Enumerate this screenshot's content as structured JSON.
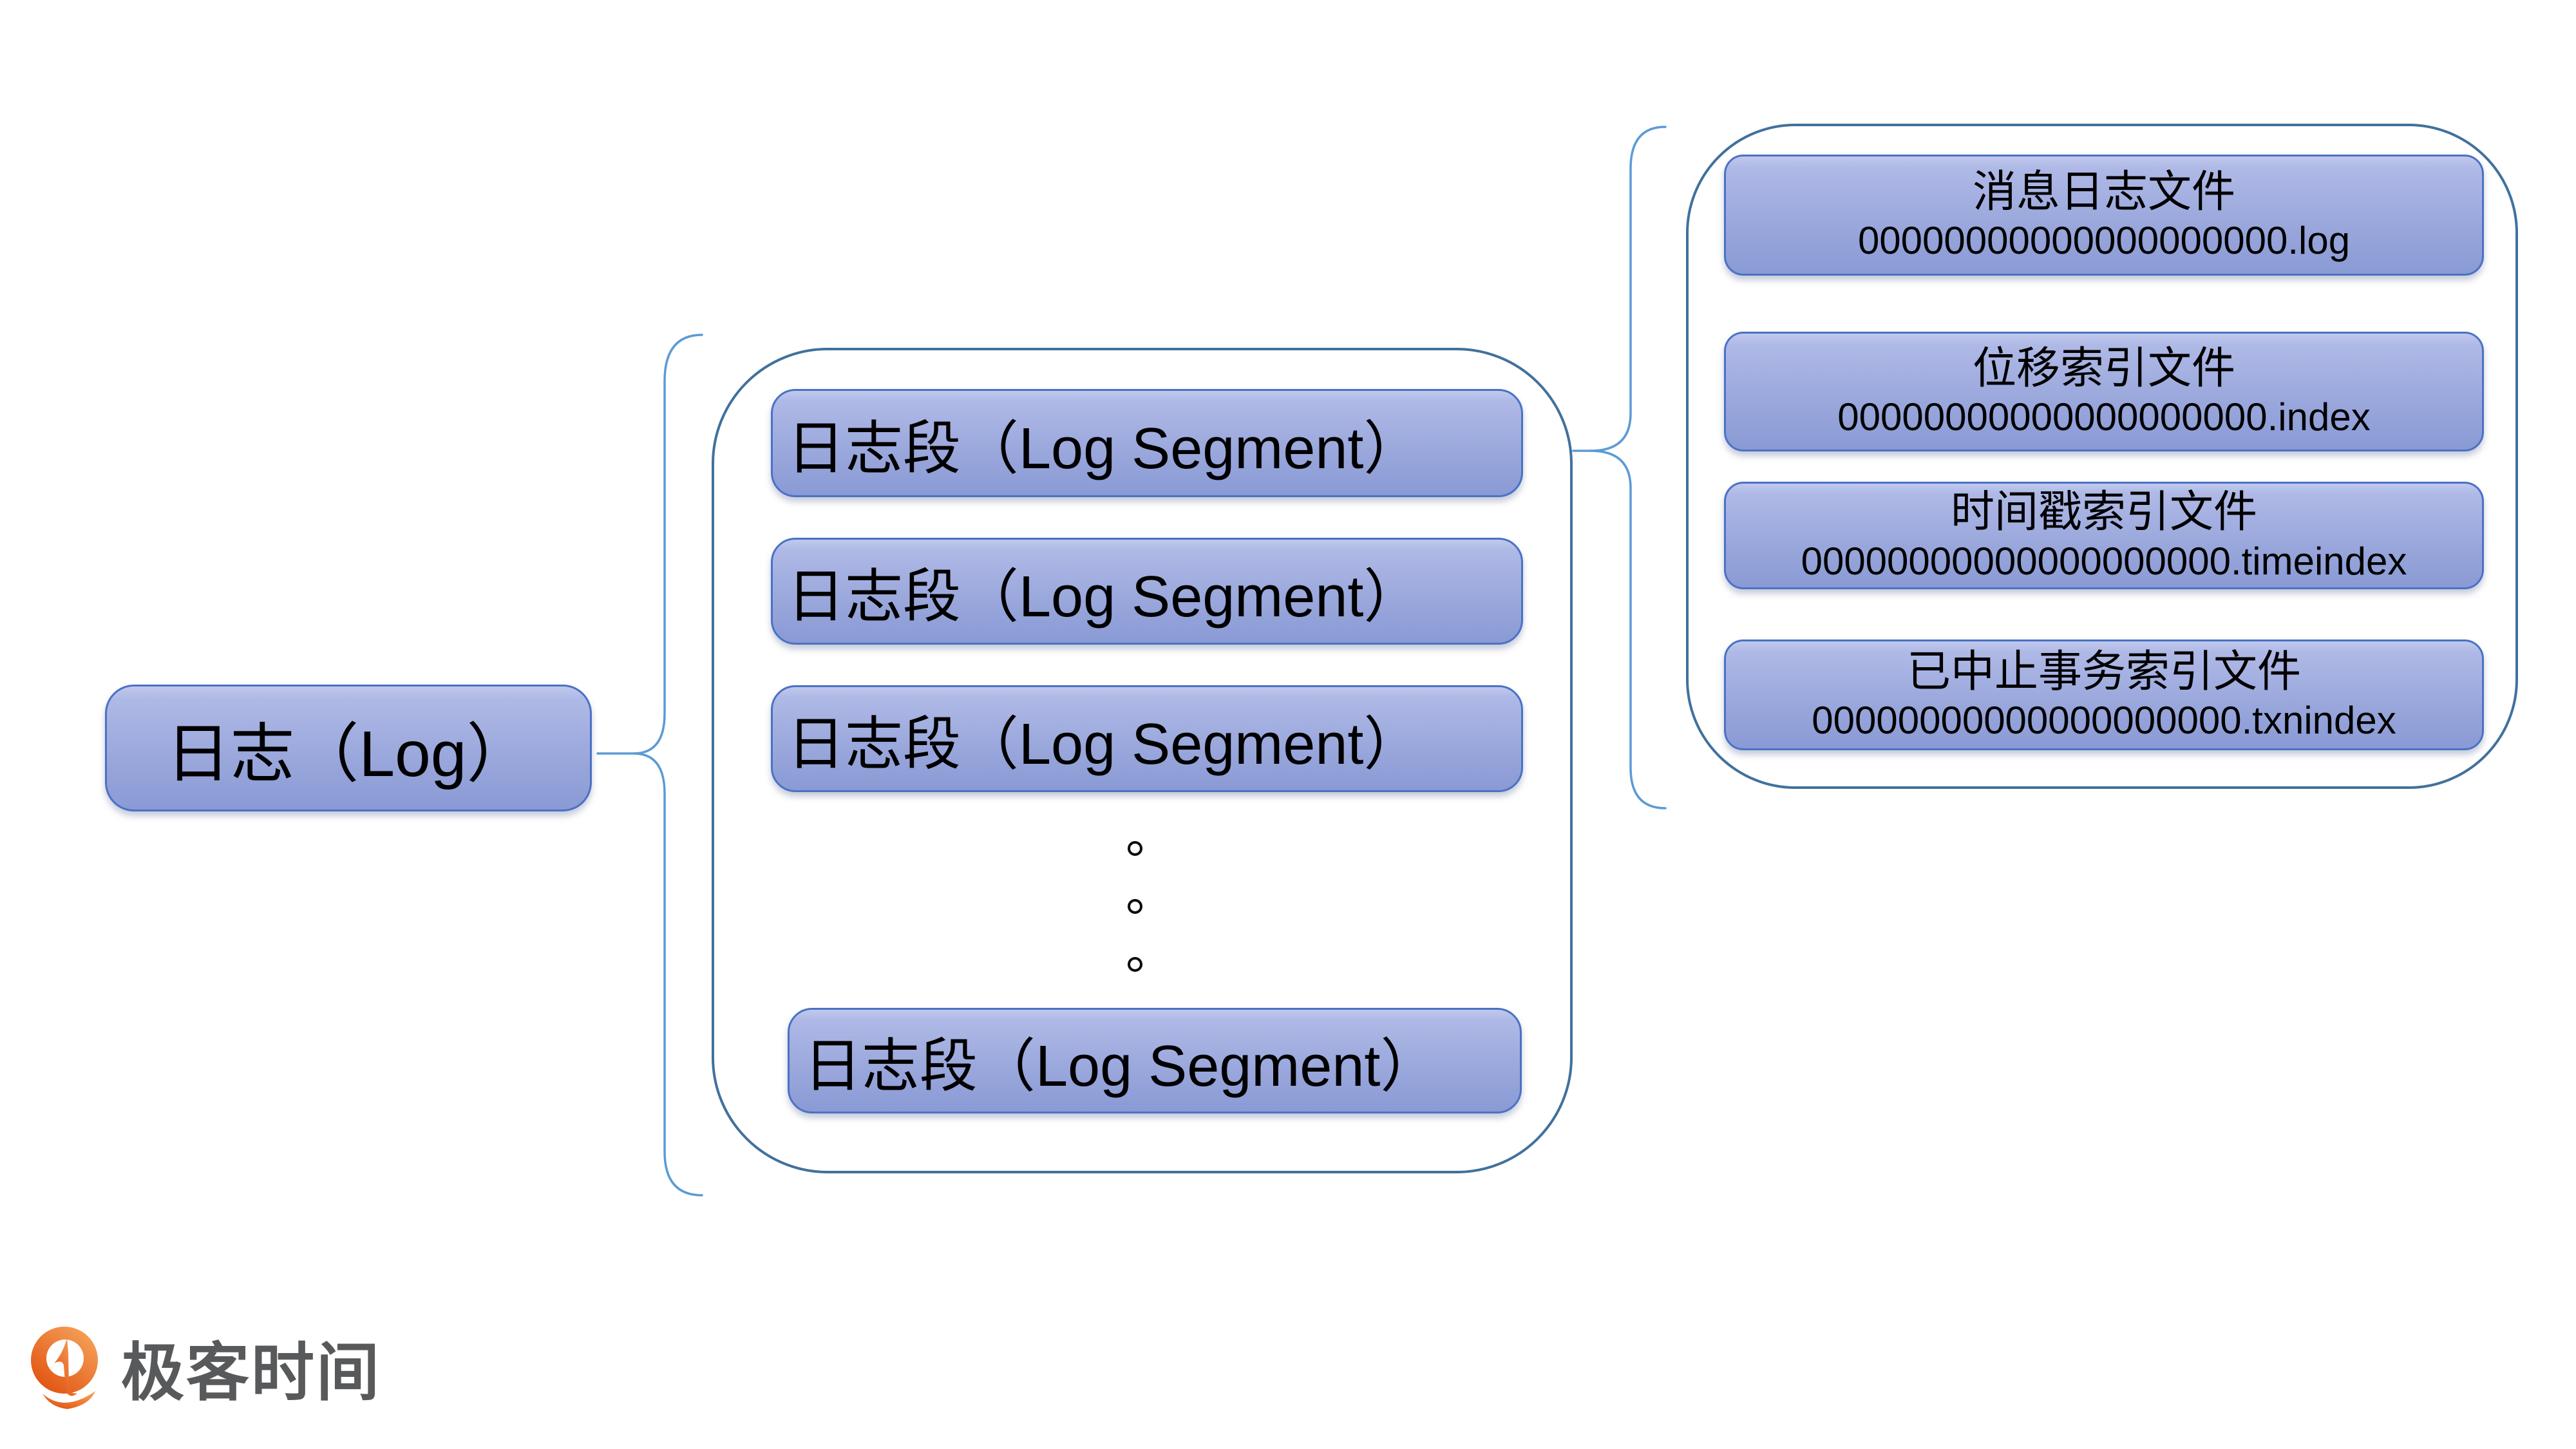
{
  "colors": {
    "box_fill_top": "#AFB9E6",
    "box_fill_bottom": "#8A9AD5",
    "box_border": "#4A72C4",
    "container_border": "#41719C",
    "brace": "#5B9BD5",
    "text": "#000000",
    "logo_text_color": "#58595B",
    "logo_orange_light": "#F5A159",
    "logo_orange_dark": "#E0500E"
  },
  "diagram": {
    "root": {
      "label": "日志（Log）"
    },
    "segments": {
      "items": [
        "日志段（Log Segment）",
        "日志段（Log Segment）",
        "日志段（Log Segment）",
        "日志段（Log Segment）"
      ]
    },
    "files": [
      {
        "title": "消息日志文件",
        "filename": "00000000000000000000.log"
      },
      {
        "title": "位移索引文件",
        "filename": "00000000000000000000.index"
      },
      {
        "title": "时间戳索引文件",
        "filename": "00000000000000000000.timeindex"
      },
      {
        "title": "已中止事务索引文件",
        "filename": "00000000000000000000.txnindex"
      }
    ]
  },
  "logo": {
    "text": "极客时间"
  }
}
